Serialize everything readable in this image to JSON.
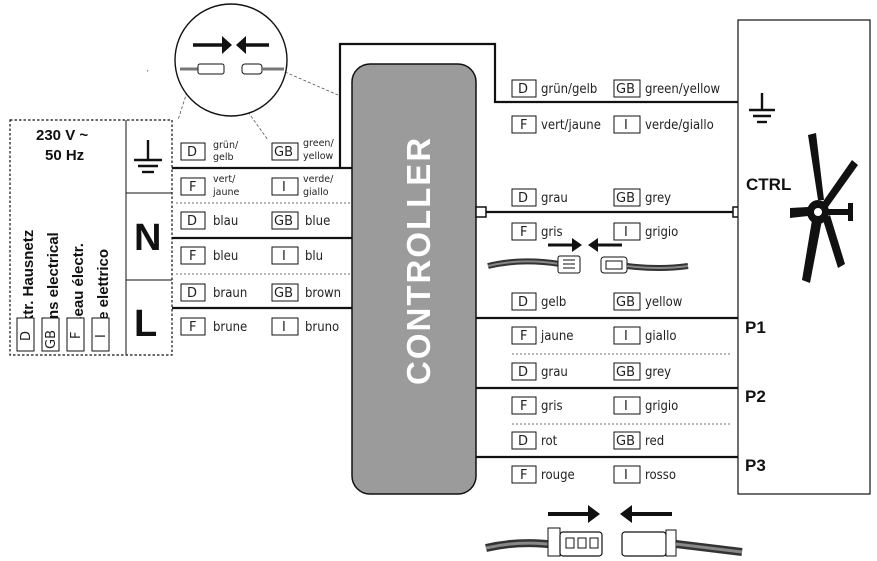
{
  "mains": {
    "voltage": "230 V ~",
    "frequency": "50 Hz",
    "lines": [
      "elektr. Hausnetz",
      "Mains electrical",
      "Réseau électr.",
      "Rete elettrico"
    ],
    "lang_codes": [
      "D",
      "GB",
      "F",
      "I"
    ]
  },
  "terminals": {
    "earth_symbol": "earth",
    "neutral": "N",
    "live": "L"
  },
  "controller_label": "CONTROLLER",
  "ctrl_label": "CTRL",
  "outputs": [
    "P1",
    "P2",
    "P3"
  ],
  "lang": {
    "de": "D",
    "en": "GB",
    "fr": "F",
    "it": "I"
  },
  "left_wires": [
    {
      "de": "grün/\ngelb",
      "en": "green/\nyellow",
      "fr": "vert/\njaune",
      "it": "verde/\ngiallo"
    },
    {
      "de": "blau",
      "en": "blue",
      "fr": "bleu",
      "it": "blu"
    },
    {
      "de": "braun",
      "en": "brown",
      "fr": "brune",
      "it": "bruno"
    }
  ],
  "right_wires": [
    {
      "de": "grün/gelb",
      "en": "green/yellow",
      "fr": "vert/jaune",
      "it": "verde/giallo"
    },
    {
      "de": "grau",
      "en": "grey",
      "fr": "gris",
      "it": "grigio"
    },
    {
      "de": "gelb",
      "en": "yellow",
      "fr": "jaune",
      "it": "giallo"
    },
    {
      "de": "grau",
      "en": "grey",
      "fr": "gris",
      "it": "grigio"
    },
    {
      "de": "rot",
      "en": "red",
      "fr": "rouge",
      "it": "rosso"
    }
  ],
  "icons": [
    "earth-ground-icon",
    "fan-icon",
    "connector-plug-icon",
    "arrow-right-icon",
    "arrow-left-icon"
  ]
}
